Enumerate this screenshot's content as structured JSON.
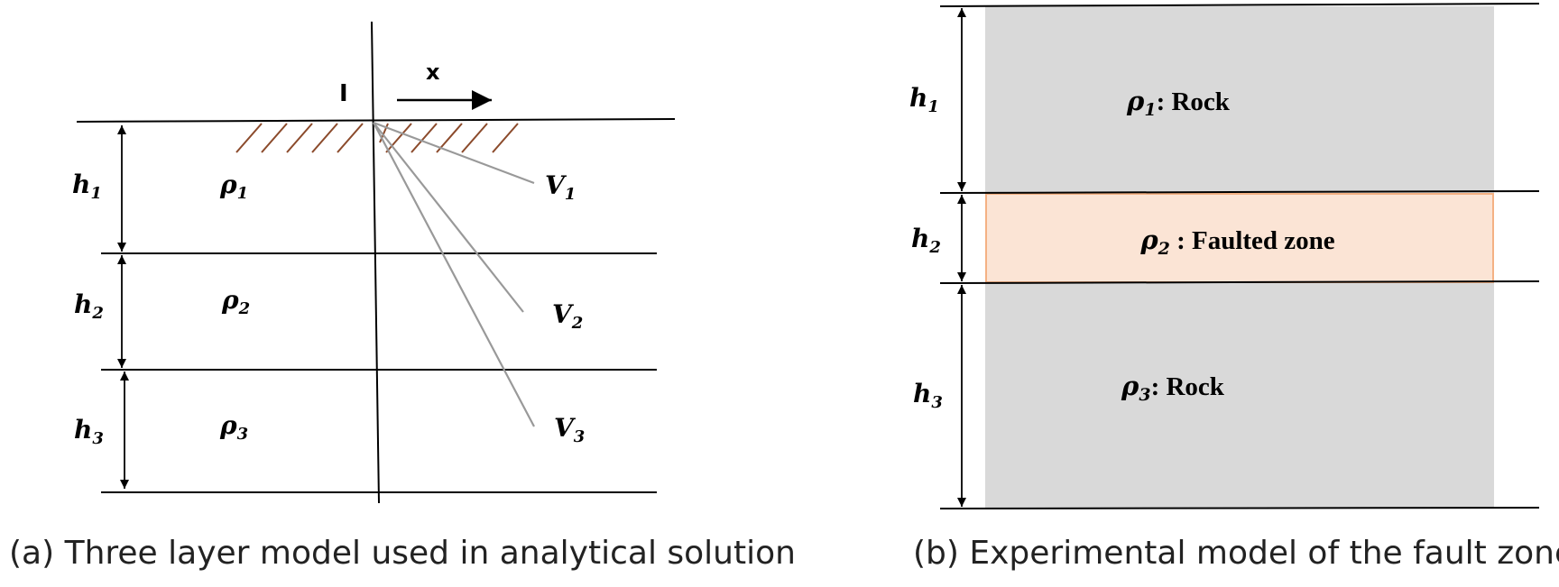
{
  "panel_a": {
    "source_label": "I",
    "x_label": "x",
    "layers": [
      {
        "thickness_label": "h",
        "thickness_sub": "1",
        "density_label": "ρ",
        "density_sub": "1"
      },
      {
        "thickness_label": "h",
        "thickness_sub": "2",
        "density_label": "ρ",
        "density_sub": "2"
      },
      {
        "thickness_label": "h",
        "thickness_sub": "3",
        "density_label": "ρ",
        "density_sub": "3"
      }
    ],
    "potential_lines": [
      {
        "label": "V",
        "sub": "1"
      },
      {
        "label": "V",
        "sub": "2"
      },
      {
        "label": "V",
        "sub": "3"
      }
    ],
    "caption": "(a) Three layer model used in analytical solution"
  },
  "panel_b": {
    "layers": [
      {
        "thickness_label": "h",
        "thickness_sub": "1",
        "density_label": "ρ",
        "density_sub": "1",
        "description": ": Rock"
      },
      {
        "thickness_label": "h",
        "thickness_sub": "2",
        "density_label": "ρ",
        "density_sub": "2",
        "description": " : Faulted zone"
      },
      {
        "thickness_label": "h",
        "thickness_sub": "3",
        "density_label": "ρ",
        "density_sub": "3",
        "description": ": Rock"
      }
    ],
    "caption": "(b) Experimental model of the fault zone"
  },
  "colors": {
    "rock_fill": "#d9d9d9",
    "fault_fill": "#fbe4d5",
    "fault_border": "#f4b183",
    "hatch": "#8b4a2b",
    "potential_line": "#999999"
  }
}
